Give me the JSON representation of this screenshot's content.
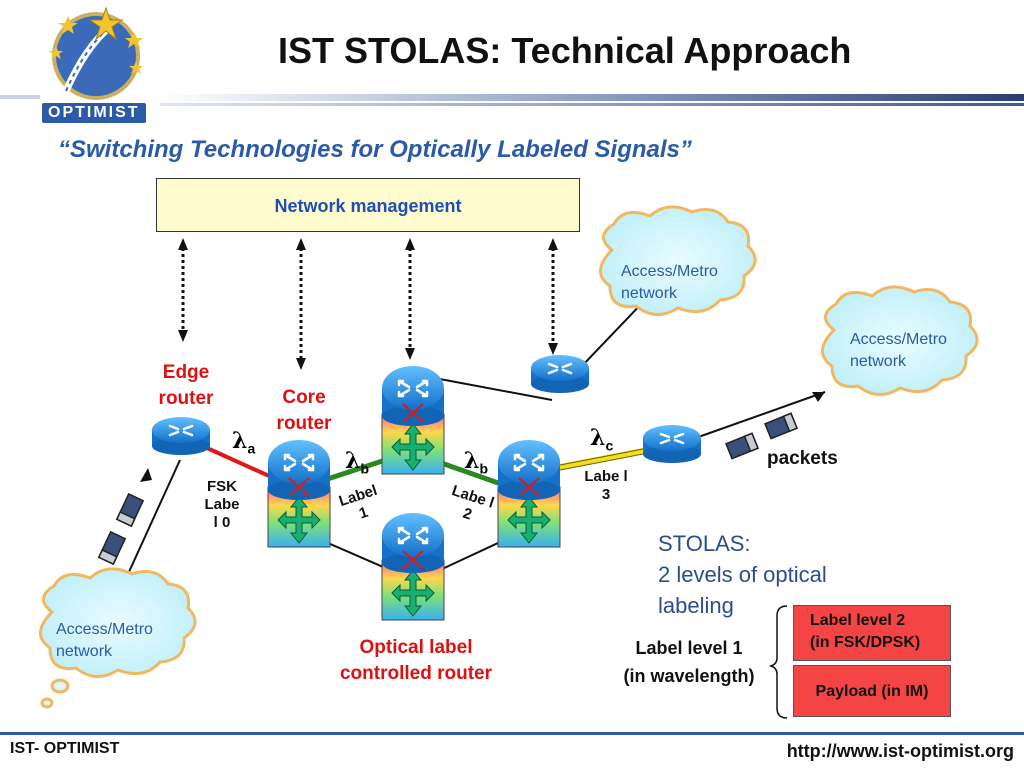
{
  "slide": {
    "title": "IST STOLAS: Technical Approach",
    "subtitle": "“Switching Technologies for Optically Labeled Signals”",
    "logo_text": "OPTIMIST"
  },
  "diagram": {
    "network_management": "Network management",
    "edge_router": "Edge router",
    "core_router": "Core router",
    "optical_router": "Optical label controlled router",
    "clouds": [
      "Access/Metro network",
      "Access/Metro network",
      "Access/Metro network"
    ],
    "wavelengths": [
      {
        "symbol": "λ",
        "sub": "a"
      },
      {
        "symbol": "λ",
        "sub": "b"
      },
      {
        "symbol": "λ",
        "sub": "b"
      },
      {
        "symbol": "λ",
        "sub": "c"
      }
    ],
    "labels": {
      "fsk_label0": "FSK Labe l 0",
      "label1": "Label 1",
      "label2": "Labe l 2",
      "label3": "Labe l 3"
    },
    "packets": "packets"
  },
  "stolas": {
    "heading": "STOLAS:",
    "line2": "2 levels of optical",
    "line3": "labeling",
    "label_level1": "Label level 1",
    "label_level1_sub": "(in wavelength)",
    "label_level2": "Label level 2",
    "label_level2_sub": "(in FSK/DPSK)",
    "payload": "Payload (in IM)"
  },
  "footer": {
    "left": "IST- OPTIMIST",
    "right": "http://www.ist-optimist.org"
  },
  "colors": {
    "accent_blue": "#2a5aa8",
    "red_text": "#e01010",
    "cloud_fill": "#ccf4fb",
    "cloud_stroke": "#f0b860",
    "router_blue": "#1a8ae0",
    "link_green": "#2a8a20",
    "link_red": "#e01818",
    "link_yellow": "#f2e020",
    "label_box_red": "#f44444",
    "mgmt_box": "#fefccf"
  },
  "icons": [
    "router-icon",
    "optical-switch-icon",
    "cloud-icon",
    "packet-icon",
    "star-logo-icon"
  ]
}
